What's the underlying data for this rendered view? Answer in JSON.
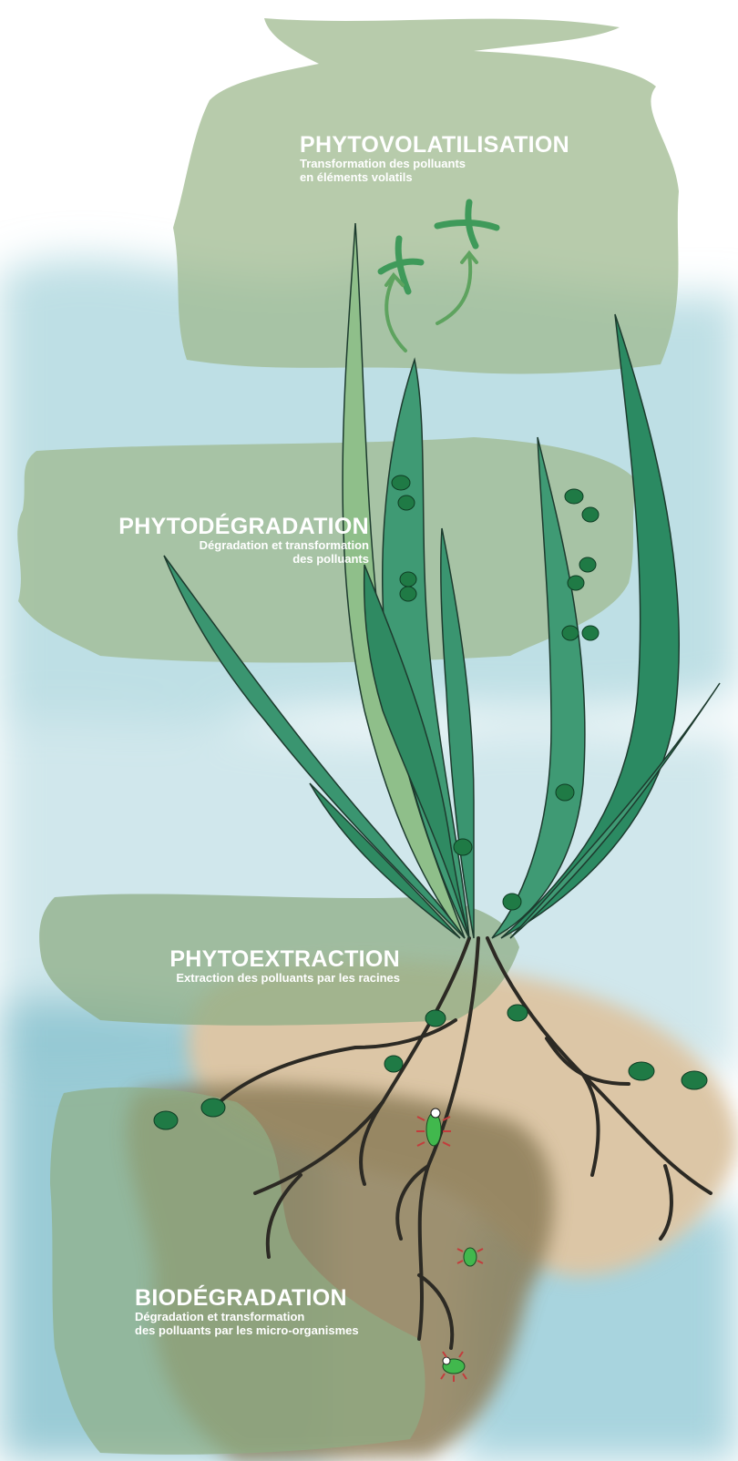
{
  "diagram": {
    "sections": [
      {
        "id": "phytovolatilisation",
        "title": "PHYTOVOLATILISATION",
        "lines": [
          "Transformation des polluants",
          "en éléments volatils"
        ]
      },
      {
        "id": "phytodegradation",
        "title": "PHYTODÉGRADATION",
        "lines": [
          "Dégradation et transformation",
          "des polluants"
        ]
      },
      {
        "id": "phytoextraction",
        "title": "PHYTOEXTRACTION",
        "lines": [
          "Extraction des polluants par les racines"
        ]
      },
      {
        "id": "biodegradation",
        "title": "BIODÉGRADATION",
        "lines": [
          "Dégradation et transformation",
          "des polluants par les micro-organismes"
        ]
      }
    ]
  },
  "colors": {
    "brush_green": "#9fb98f",
    "water_blue": "#a9d2dc",
    "soil_beige": "#d9c3a3",
    "soil_brown": "#8a7a55",
    "leaf_green": "#3f9a74",
    "leaf_dark": "#2b7a57",
    "root_dark": "#2c2a24",
    "pollutant_green": "#1f7a45",
    "microbe_green": "#41b84d",
    "microbe_red": "#c33c3c"
  }
}
